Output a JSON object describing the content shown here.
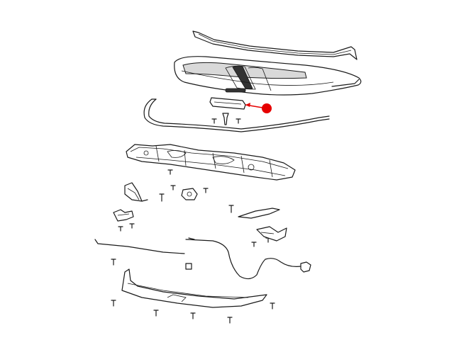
{
  "diagram": {
    "highlight_color": "#e60000",
    "line_color": "#1a1a1a",
    "callout_target": "hood-latch-handle",
    "parts": [
      "hood-top-seal",
      "hood-panel",
      "hood-latch-handle",
      "hood-side-seal",
      "hood-inner-panel",
      "hood-hinge",
      "hood-latch",
      "hood-support",
      "hood-bracket",
      "hood-release-cable",
      "hood-underside-shield",
      "push-pin-fastener"
    ]
  }
}
